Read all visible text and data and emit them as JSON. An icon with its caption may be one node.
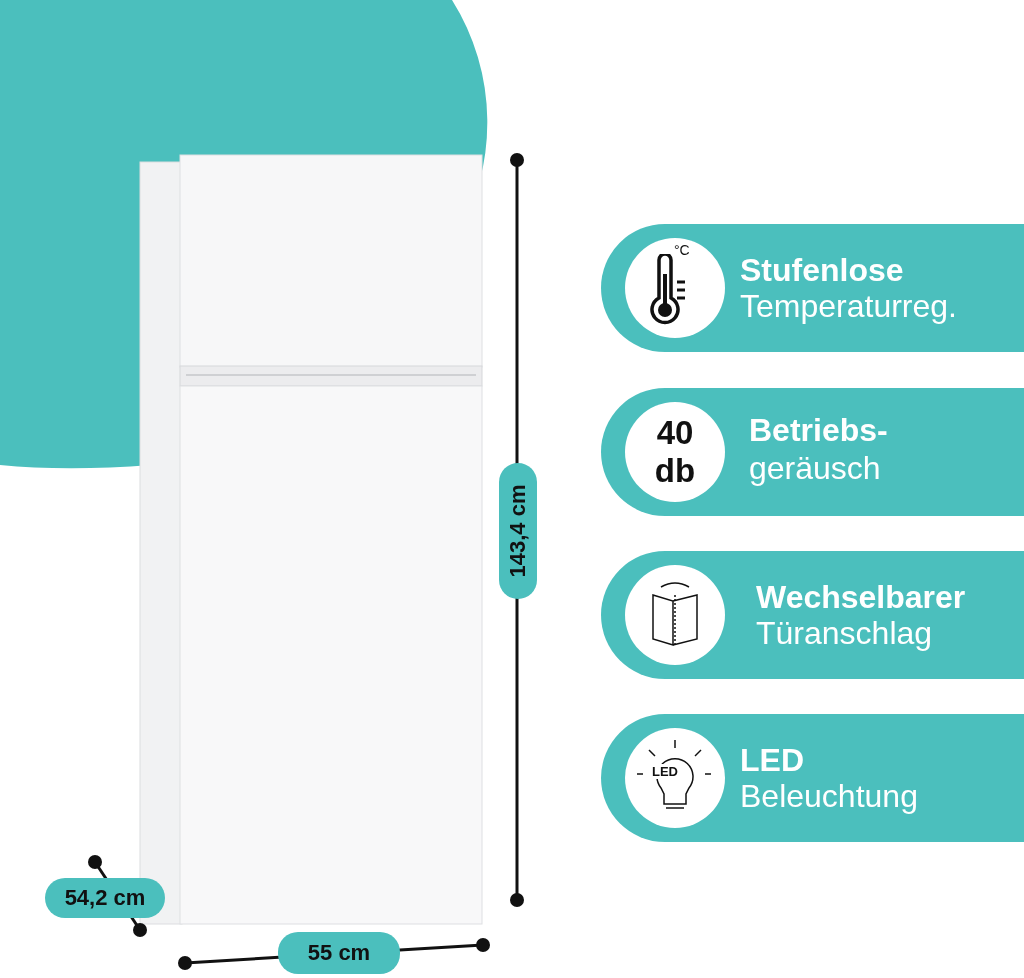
{
  "diagram": {
    "nodes": [
      {
        "text": [
          "Stufenlose",
          "Temperaturreg."
        ]
      },
      {
        "text": [
          "Betriebs-",
          "geräusch"
        ]
      },
      {
        "text": [
          "40 db"
        ],
        "in": 1
      },
      {
        "text": [
          "Wechselbarer",
          "Türanschlag"
        ]
      },
      {
        "text": [
          "LED",
          "Beleuchtung"
        ]
      }
    ],
    "labels": [
      "°C",
      "143,4 cm",
      "LED",
      "54,2 cm",
      "55 cm"
    ]
  }
}
